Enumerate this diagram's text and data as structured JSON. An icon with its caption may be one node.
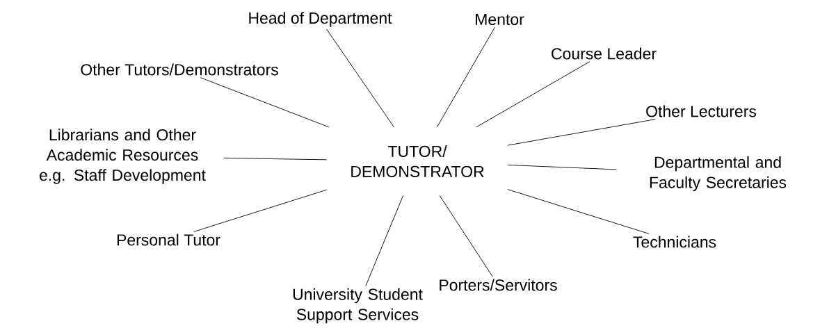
{
  "diagram": {
    "nodes": [
      {
        "text": [
          "TUTOR/ DEMONSTRATOR"
        ]
      },
      {
        "text": [
          "Head of Department"
        ]
      },
      {
        "text": [
          "Mentor"
        ]
      },
      {
        "text": [
          "Course Leader"
        ]
      },
      {
        "text": [
          "Other Tutors/Demonstrators"
        ]
      },
      {
        "text": [
          "Other Lecturers"
        ]
      },
      {
        "text": [
          "Librarians and Other Academic Resources e.g. Staff Development"
        ]
      },
      {
        "text": [
          "Departmental and Faculty Secretaries"
        ]
      },
      {
        "text": [
          "Personal Tutor"
        ]
      },
      {
        "text": [
          "Technicians"
        ]
      },
      {
        "text": [
          "Porters/Servitors"
        ]
      },
      {
        "text": [
          "University Student Support Services"
        ]
      }
    ],
    "edges": [
      {
        "from": 0,
        "to": 1,
        "arrow": "none"
      },
      {
        "from": 0,
        "to": 2,
        "arrow": "none"
      },
      {
        "from": 0,
        "to": 3,
        "arrow": "none"
      },
      {
        "from": 0,
        "to": 4,
        "arrow": "none"
      },
      {
        "from": 0,
        "to": 5,
        "arrow": "none"
      },
      {
        "from": 0,
        "to": 6,
        "arrow": "none"
      },
      {
        "from": 0,
        "to": 7,
        "arrow": "none"
      },
      {
        "from": 0,
        "to": 8,
        "arrow": "none"
      },
      {
        "from": 0,
        "to": 9,
        "arrow": "none"
      },
      {
        "from": 0,
        "to": 10,
        "arrow": "none"
      },
      {
        "from": 0,
        "to": 11,
        "arrow": "none"
      }
    ]
  }
}
